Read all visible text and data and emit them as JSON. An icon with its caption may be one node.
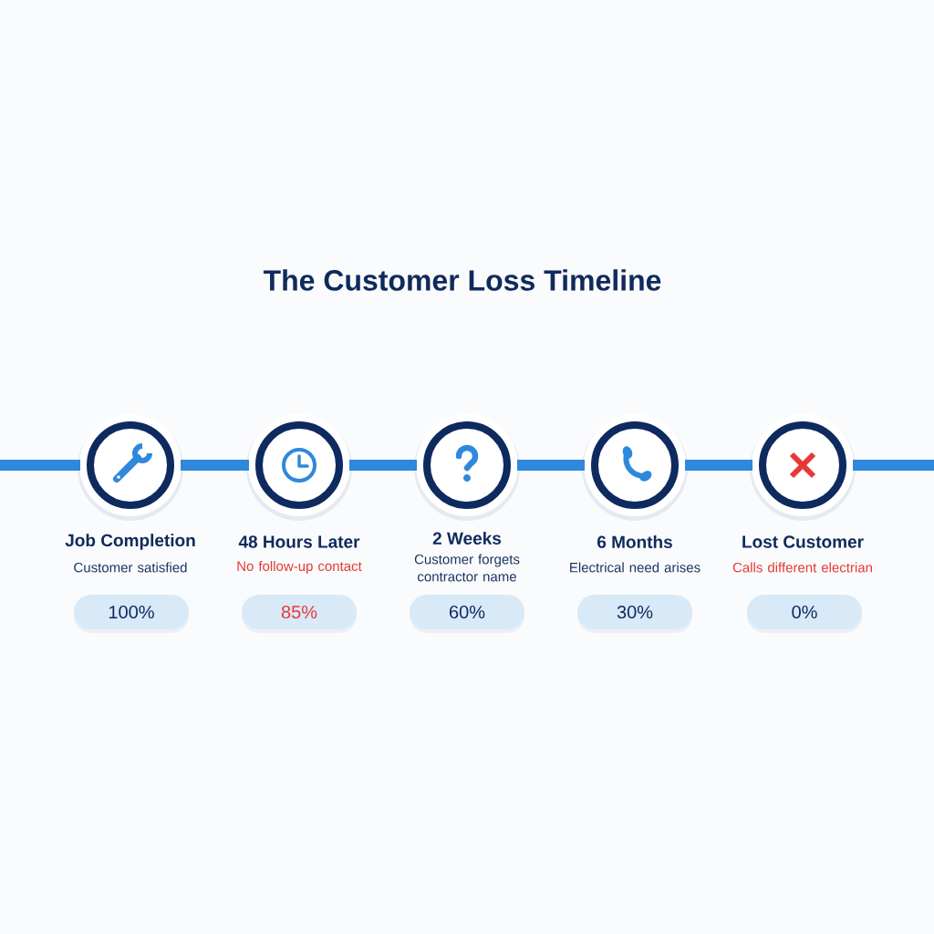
{
  "diagram": {
    "title": "The Customer Loss Timeline",
    "nodes": [
      {
        "text": [],
        "shape": "circle",
        "beside": [
          "Job Completion",
          "Customer satisfied"
        ]
      },
      {
        "text": [],
        "shape": "circle",
        "beside": [
          "48 Hours Later",
          "No follow-up contact"
        ]
      },
      {
        "text": [],
        "shape": "circle",
        "beside": [
          "2 Weeks",
          "Customer forgets contractor name"
        ]
      },
      {
        "text": [],
        "shape": "circle",
        "beside": [
          "6 Months",
          "Electrical need arises"
        ]
      },
      {
        "text": [],
        "shape": "circle",
        "beside": [
          "Lost Customer",
          "Calls different electrian"
        ]
      },
      {
        "text": [
          "100%"
        ]
      },
      {
        "text": [
          "85%"
        ]
      },
      {
        "text": [
          "60%"
        ]
      },
      {
        "text": [
          "30%"
        ]
      },
      {
        "text": [
          "0%"
        ]
      }
    ],
    "edges": [
      {
        "from": null,
        "to": 0,
        "arrow": "none"
      },
      {
        "from": 0,
        "to": 1,
        "arrow": "none"
      },
      {
        "from": 1,
        "to": 2,
        "arrow": "none"
      },
      {
        "from": 2,
        "to": 3,
        "arrow": "none"
      },
      {
        "from": 3,
        "to": 4,
        "arrow": "none"
      },
      {
        "from": 4,
        "to": null,
        "arrow": "none"
      }
    ]
  }
}
